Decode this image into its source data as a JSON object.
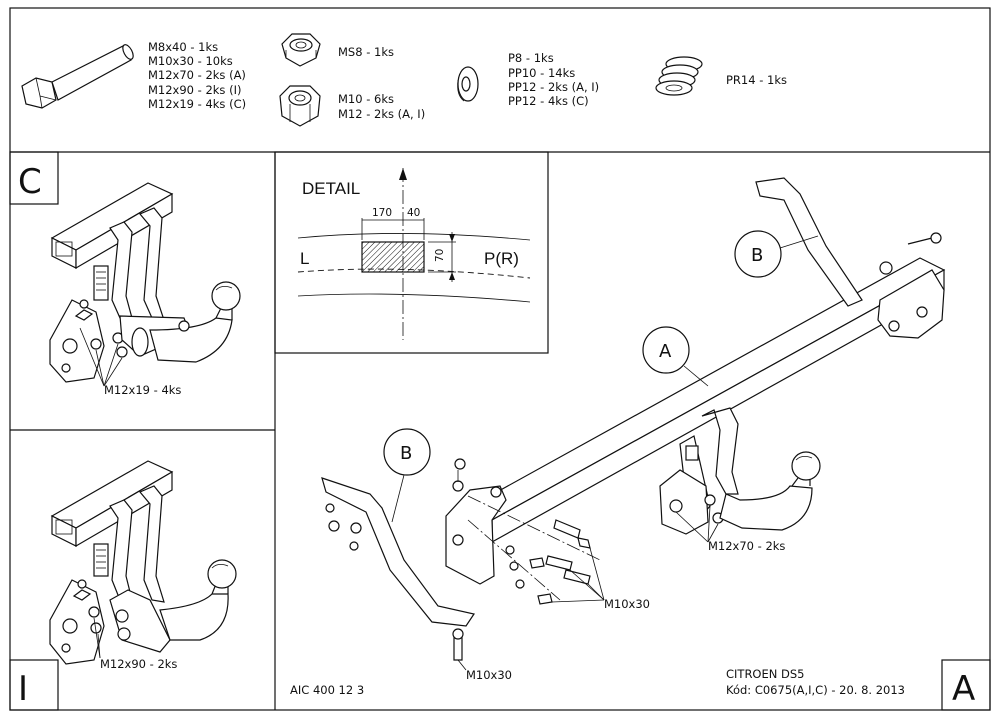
{
  "parts": {
    "bolts": [
      "M8x40 - 1ks",
      "M10x30 - 10ks",
      "M12x70 - 2ks (A)",
      "M12x90 - 2ks (I)",
      "M12x19 - 4ks (C)"
    ],
    "nut_ms": [
      "MS8 - 1ks"
    ],
    "nuts": [
      "M10 - 6ks",
      "M12 - 2ks (A, I)"
    ],
    "washers": [
      "P8 - 1ks",
      "PP10 - 14ks",
      "PP12 - 2ks (A, I)",
      "PP12 - 4ks (C)"
    ],
    "spring": [
      "PR14 - 1ks"
    ]
  },
  "panels": {
    "c_letter": "C",
    "i_letter": "I",
    "a_letter": "A",
    "c_bolt_label": "M12x19 - 4ks",
    "i_bolt_label": "M12x90 - 2ks"
  },
  "detail": {
    "title": "DETAIL",
    "dim_170": "170",
    "dim_40": "40",
    "dim_70": "70",
    "left_label": "L",
    "right_label": "P(R)"
  },
  "main": {
    "callout_a": "A",
    "callout_b_left": "B",
    "callout_b_right": "B",
    "a_bolt_label": "M12x70 - 2ks",
    "m10_label_1": "M10x30",
    "m10_label_2": "M10x30"
  },
  "footer": {
    "code": "AIC 400 12 3",
    "vehicle": "CITROEN DS5",
    "kod": "Kód: C0675(A,I,C) - 20. 8. 2013"
  }
}
